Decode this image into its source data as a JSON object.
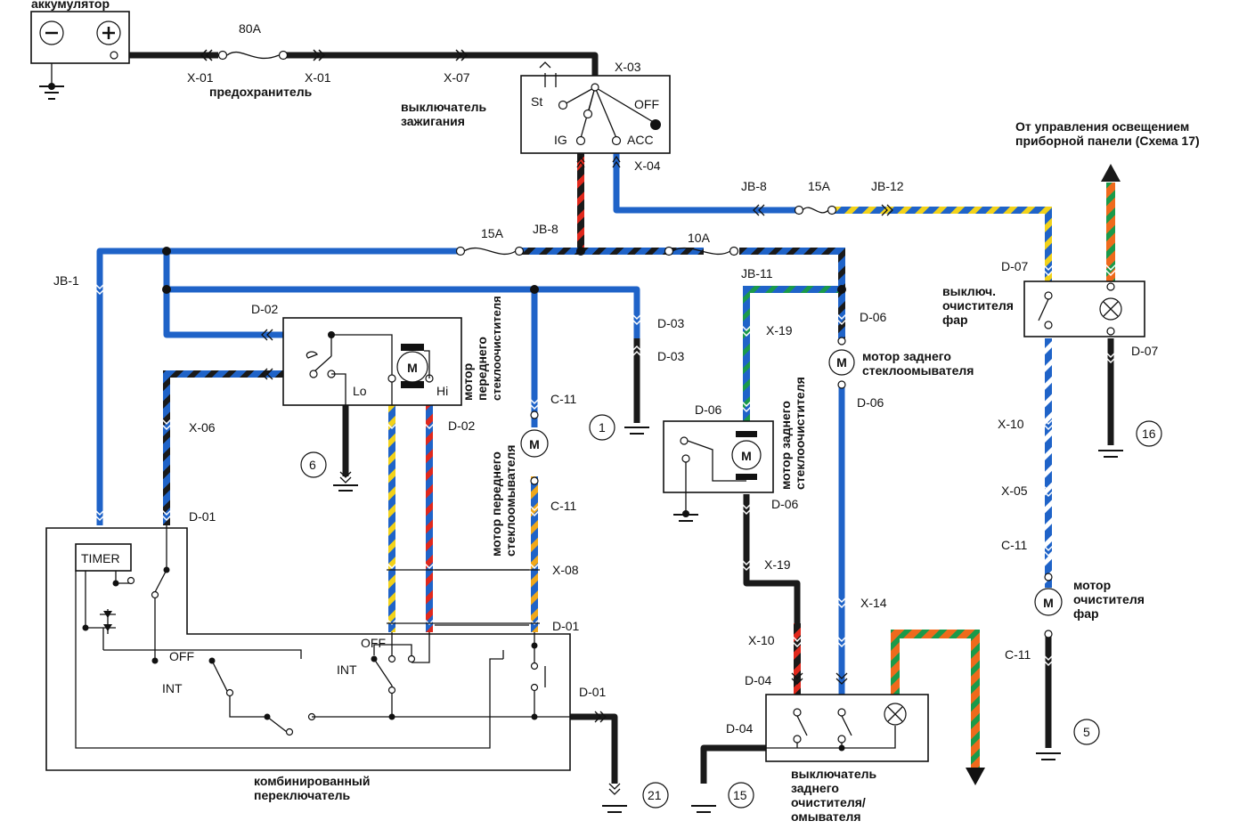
{
  "colors": {
    "blue": "#1f63c8",
    "black": "#1a1a1a",
    "yellow": "#f2d21a",
    "red": "#e0281c",
    "green": "#1a9a4a",
    "orange": "#ef6a1c"
  },
  "labels": {
    "battery": "аккумулятор",
    "fuse_main_rating": "80A",
    "fuse_main_title": "предохранитель",
    "conn_x01_left": "X-01",
    "conn_x01_right": "X-01",
    "conn_x07": "X-07",
    "conn_x03": "X-03",
    "conn_x04": "X-04",
    "ignition_title_1": "выключатель",
    "ignition_title_2": "зажигания",
    "ign_st": "St",
    "ign_off": "OFF",
    "ign_ig": "IG",
    "ign_acc": "ACC",
    "source_title_1": "От управления освещением",
    "source_title_2": "приборной панели (Схема 17)",
    "jb8_top": "JB-8",
    "fuse_15a_top": "15A",
    "jb12": "JB-12",
    "fuse_15a_bus": "15A",
    "jb8_bus": "JB-8",
    "fuse_10a": "10A",
    "jb11": "JB-11",
    "jb1": "JB-1",
    "d02_top": "D-02",
    "d03_a": "D-03",
    "d03_b": "D-03",
    "d06_rear_top": "D-06",
    "d06_rear_bottom": "D-06",
    "x19_top": "X-19",
    "d07_top": "D-07",
    "d07_bottom": "D-07",
    "front_motor_v_1": "мотор",
    "front_motor_v_2": "переднего",
    "front_motor_v_3": "стеклоочистителя",
    "lo": "Lo",
    "hi": "Hi",
    "x06": "X-06",
    "d02_mid": "D-02",
    "c11_a": "C-11",
    "c11_b": "C-11",
    "front_washer_v_1": "мотор переднего",
    "front_washer_v_2": "стеклоомывателя",
    "ground_1": "1",
    "rear_washer_1": "мотор заднего",
    "rear_washer_2": "стеклоомывателя",
    "d06_switch": "D-06",
    "d06_below": "D-06",
    "rear_wiper_v_1": "мотор заднего",
    "rear_wiper_v_2": "стеклоочистителя",
    "headlamp_switch_1": "выключ.",
    "headlamp_switch_2": "очистителя",
    "headlamp_switch_3": "фар",
    "ground_6": "6",
    "d01_top": "D-01",
    "timer": "TIMER",
    "x08": "X-08",
    "d01_mid": "D-01",
    "x19_mid": "X-19",
    "x14": "X-14",
    "x10_mid": "X-10",
    "d04_a": "D-04",
    "d04_b": "D-04",
    "x10_right": "X-10",
    "x05": "X-05",
    "c11_right_top": "C-11",
    "c11_right_bottom": "C-11",
    "ground_16": "16",
    "headlamp_motor_1": "мотор",
    "headlamp_motor_2": "очистителя",
    "headlamp_motor_3": "фар",
    "ground_5": "5",
    "sw_off_1": "OFF",
    "sw_int_1": "INT",
    "sw_off_2": "OFF",
    "sw_int_2": "INT",
    "d01_bottom": "D-01",
    "combo_1": "комбинированный",
    "combo_2": "переключатель",
    "ground_21": "21",
    "ground_15": "15",
    "rear_switch_1": "выключатель",
    "rear_switch_2": "заднего",
    "rear_switch_3": "очистителя/",
    "rear_switch_4": "омывателя",
    "motor_letter": "M"
  },
  "icons": {
    "battery_minus": "minus-terminal-icon",
    "battery_plus": "plus-terminal-icon",
    "motor": "motor-icon",
    "lamp": "lamp-icon",
    "ground": "ground-icon",
    "fuse": "fuse-icon",
    "connector": "connector-chevron-icon",
    "arrow": "arrow-icon"
  }
}
